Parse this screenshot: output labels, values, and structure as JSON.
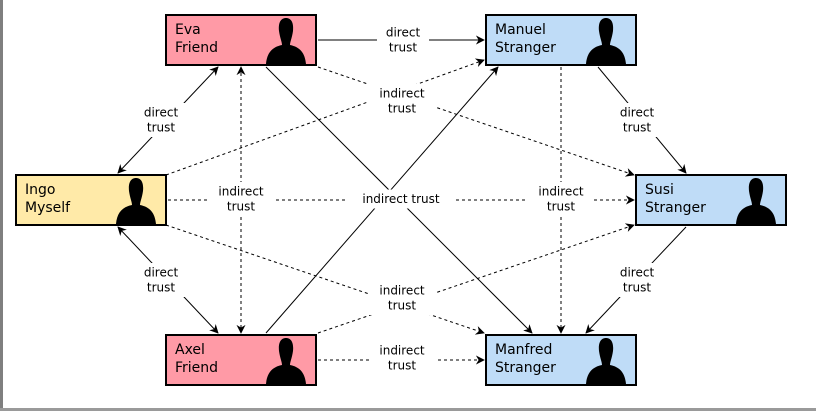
{
  "colors": {
    "friend": "#ff9aa6",
    "myself": "#ffeaa8",
    "stranger": "#bfdcf7",
    "line": "#000000",
    "silhouette": "#000000"
  },
  "nodes": {
    "eva": {
      "name": "Eva",
      "role": "Friend",
      "kind": "friend"
    },
    "manuel": {
      "name": "Manuel",
      "role": "Stranger",
      "kind": "stranger"
    },
    "ingo": {
      "name": "Ingo",
      "role": "Myself",
      "kind": "myself"
    },
    "susi": {
      "name": "Susi",
      "role": "Stranger",
      "kind": "stranger"
    },
    "axel": {
      "name": "Axel",
      "role": "Friend",
      "kind": "friend"
    },
    "manfred": {
      "name": "Manfred",
      "role": "Stranger",
      "kind": "stranger"
    }
  },
  "edges": [
    {
      "id": "eva-manuel",
      "style": "solid",
      "label": [
        "direct",
        "trust"
      ]
    },
    {
      "id": "ingo-eva",
      "style": "solid",
      "label": [
        "direct",
        "trust"
      ]
    },
    {
      "id": "ingo-axel",
      "style": "solid",
      "label": [
        "direct",
        "trust"
      ]
    },
    {
      "id": "manuel-susi",
      "style": "solid",
      "label": [
        "direct",
        "trust"
      ]
    },
    {
      "id": "susi-manfred",
      "style": "solid",
      "label": [
        "direct",
        "trust"
      ]
    },
    {
      "id": "eva-manfred",
      "style": "solid",
      "label": []
    },
    {
      "id": "axel-manuel",
      "style": "solid",
      "label": []
    },
    {
      "id": "eva-susi",
      "style": "dashed",
      "label": []
    },
    {
      "id": "ingo-manuel",
      "style": "dashed",
      "label": [
        "indirect",
        "trust"
      ]
    },
    {
      "id": "ingo-manfred",
      "style": "dashed",
      "label": []
    },
    {
      "id": "axel-susi",
      "style": "dashed",
      "label": [
        "indirect",
        "trust"
      ]
    },
    {
      "id": "axel-manfred",
      "style": "dashed",
      "label": [
        "indirect",
        "trust"
      ]
    },
    {
      "id": "eva-axel",
      "style": "dashed",
      "label": [
        "indirect",
        "trust"
      ]
    },
    {
      "id": "ingo-susi",
      "style": "dashed",
      "label": [
        "indirect trust"
      ]
    },
    {
      "id": "manuel-manfred",
      "style": "dashed",
      "label": [
        "indirect",
        "trust"
      ]
    }
  ]
}
